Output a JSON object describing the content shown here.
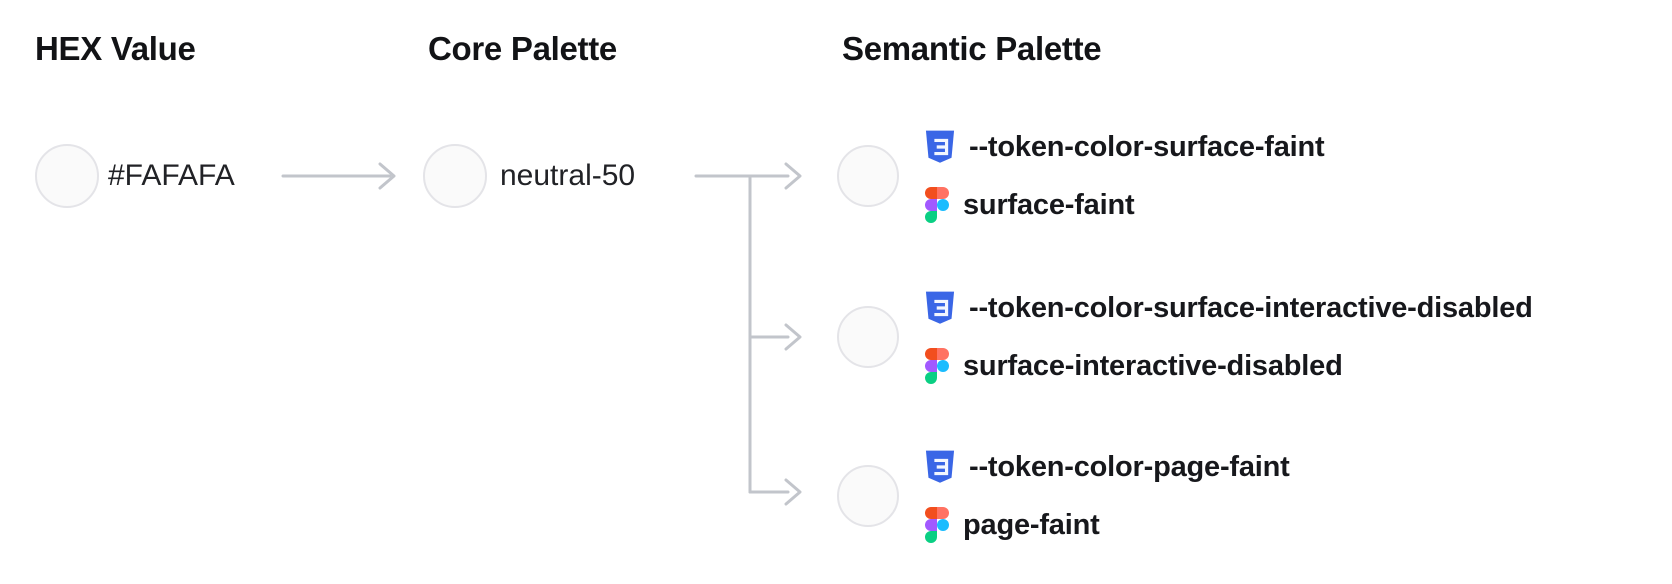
{
  "columns": {
    "hex": "HEX Value",
    "core": "Core Palette",
    "semantic": "Semantic Palette"
  },
  "hex_node": {
    "label": "#FAFAFA",
    "swatch": "#FAFAFA"
  },
  "core_node": {
    "label": "neutral-50",
    "swatch": "#FAFAFA"
  },
  "semantic_nodes": [
    {
      "css_token": "--token-color-surface-faint",
      "figma_name": "surface-faint",
      "swatch": "#FAFAFA"
    },
    {
      "css_token": "--token-color-surface-interactive-disabled",
      "figma_name": "surface-interactive-disabled",
      "swatch": "#FAFAFA"
    },
    {
      "css_token": "--token-color-page-faint",
      "figma_name": "page-faint",
      "swatch": "#FAFAFA"
    }
  ],
  "icons": {
    "css": "css3-shield-icon",
    "figma": "figma-logo-icon"
  },
  "colors": {
    "background": "#ffffff",
    "connector": "#c2c5cb",
    "swatch_fill": "#fafafa",
    "swatch_border": "#e4e4e8",
    "heading_text": "#121316",
    "label_text": "#212226",
    "token_text": "#17181c",
    "css_icon_blue": "#3a66e6",
    "figma_red": "#f24e1e",
    "figma_salmon": "#ff7262",
    "figma_purple": "#a259ff",
    "figma_blue": "#1abcfe",
    "figma_green": "#0acf83"
  }
}
